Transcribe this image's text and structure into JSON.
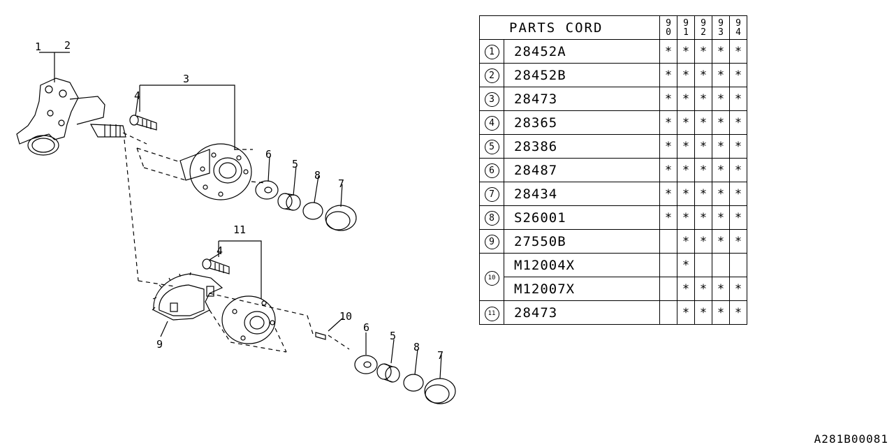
{
  "table": {
    "header": "PARTS CORD",
    "years": [
      [
        "9",
        "0"
      ],
      [
        "9",
        "1"
      ],
      [
        "9",
        "2"
      ],
      [
        "9",
        "3"
      ],
      [
        "9",
        "4"
      ]
    ],
    "rows": [
      {
        "no": "1",
        "code": "28452A",
        "marks": [
          "*",
          "*",
          "*",
          "*",
          "*"
        ]
      },
      {
        "no": "2",
        "code": "28452B",
        "marks": [
          "*",
          "*",
          "*",
          "*",
          "*"
        ]
      },
      {
        "no": "3",
        "code": "28473",
        "marks": [
          "*",
          "*",
          "*",
          "*",
          "*"
        ]
      },
      {
        "no": "4",
        "code": "28365",
        "marks": [
          "*",
          "*",
          "*",
          "*",
          "*"
        ]
      },
      {
        "no": "5",
        "code": "28386",
        "marks": [
          "*",
          "*",
          "*",
          "*",
          "*"
        ]
      },
      {
        "no": "6",
        "code": "28487",
        "marks": [
          "*",
          "*",
          "*",
          "*",
          "*"
        ]
      },
      {
        "no": "7",
        "code": "28434",
        "marks": [
          "*",
          "*",
          "*",
          "*",
          "*"
        ]
      },
      {
        "no": "8",
        "code": "S26001",
        "marks": [
          "*",
          "*",
          "*",
          "*",
          "*"
        ]
      },
      {
        "no": "9",
        "code": "27550B",
        "marks": [
          "",
          "*",
          "*",
          "*",
          "*"
        ]
      },
      {
        "no": "10",
        "code": "M12004X",
        "marks": [
          "",
          "*",
          "",
          "",
          ""
        ]
      },
      {
        "no": "",
        "code": "M12007X",
        "marks": [
          "",
          "*",
          "*",
          "*",
          "*"
        ]
      },
      {
        "no": "11",
        "code": "28473",
        "marks": [
          "",
          "*",
          "*",
          "*",
          "*"
        ]
      }
    ]
  },
  "diagram": {
    "callouts": {
      "c1": "1",
      "c2": "2",
      "c3": "3",
      "c4a": "4",
      "c6a": "6",
      "c5a": "5",
      "c8a": "8",
      "c7a": "7",
      "c11": "11",
      "c4b": "4",
      "c10": "10",
      "c9": "9",
      "c6b": "6",
      "c5b": "5",
      "c8b": "8",
      "c7b": "7"
    }
  },
  "footer": {
    "code": "A281B00081"
  }
}
